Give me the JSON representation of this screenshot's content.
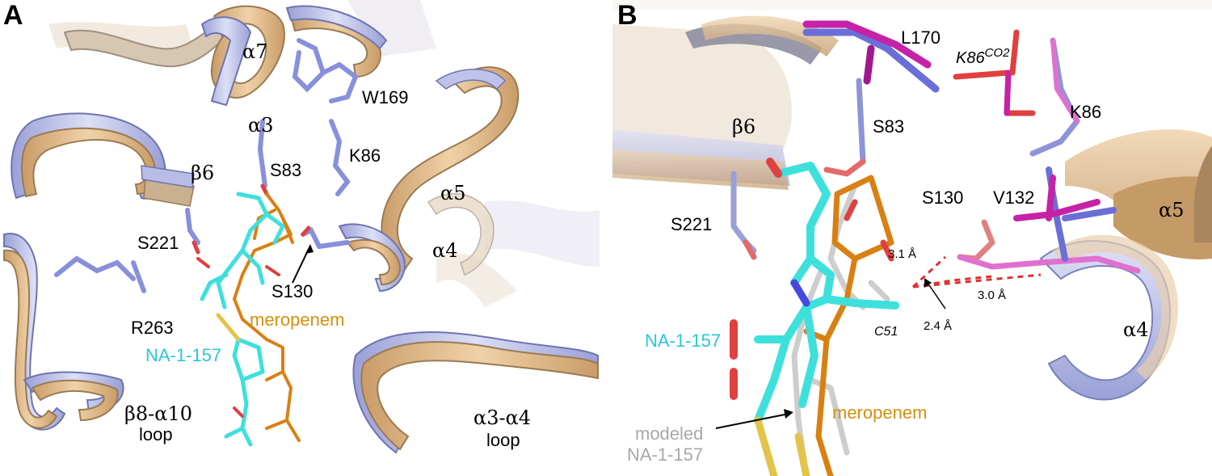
{
  "panels": {
    "a": {
      "letter": "A",
      "labels": {
        "a7": "α7",
        "a3": "α3",
        "w169": "W169",
        "k86": "K86",
        "s83": "S83",
        "b6": "β6",
        "a5": "α5",
        "a4": "α4",
        "s221": "S221",
        "s130": "S130",
        "r263": "R263",
        "meropenem": "meropenem",
        "na1157": "NA-1-157",
        "b8a10": "β8-α10",
        "loop1": "loop",
        "a3a4": "α3-α4",
        "loop2": "loop"
      }
    },
    "b": {
      "letter": "B",
      "labels": {
        "l170": "L170",
        "k86co2_main": "K86",
        "k86co2_sup": "CO2",
        "b6": "β6",
        "s83": "S83",
        "k86": "K86",
        "s130": "S130",
        "v132": "V132",
        "a5": "α5",
        "s221": "S221",
        "d31": "3.1 Å",
        "d30": "3.0 Å",
        "d24": "2.4 Å",
        "c51": "C51",
        "a4": "α4",
        "na1157": "NA-1-157",
        "meropenem": "meropenem",
        "modeled1": "modeled",
        "modeled2": "NA-1-157"
      }
    }
  },
  "colors": {
    "wheat": "#e8c597",
    "wheat_dark": "#b88c5c",
    "lavender": "#c4c8ec",
    "lavender_dark": "#8d93c9",
    "slate": "#8890db",
    "cyan": "#3ee0dc",
    "orange": "#d98012",
    "red": "#e04040",
    "magenta": "#d02ab0",
    "pink": "#e070d0",
    "gray": "#c8c8c8",
    "yellow": "#e2c44a",
    "meropenem_label": "#d4900e",
    "na_label": "#28c8d8",
    "modeled_label": "#a8a8a8"
  }
}
